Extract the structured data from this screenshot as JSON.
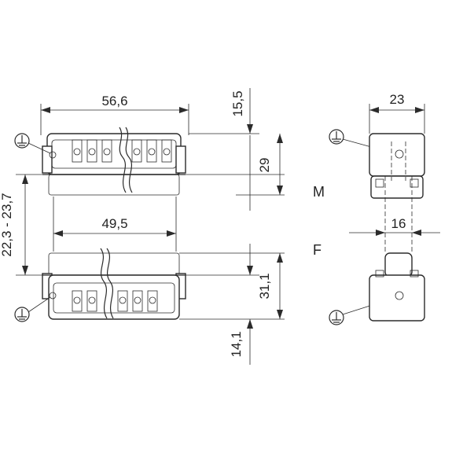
{
  "dimensions": {
    "width_top": "56,6",
    "width_bottom": "49,5",
    "height_offset_top": "15,5",
    "height_male": "29",
    "height_range": "22,3 - 23,7",
    "height_female": "31,1",
    "height_offset_bottom": "14,1",
    "side_width": "23",
    "side_pin": "16"
  },
  "labels": {
    "male": "M",
    "female": "F"
  },
  "icons": {
    "ground": "ground-icon"
  },
  "colors": {
    "line": "#2b2b2b",
    "background": "#ffffff"
  }
}
